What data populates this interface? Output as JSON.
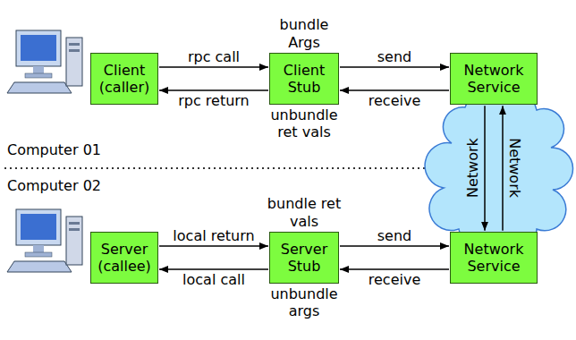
{
  "diagram": {
    "nodes": [
      {
        "text": [
          "Client (caller)"
        ]
      },
      {
        "text": [
          "Client Stub"
        ]
      },
      {
        "text": [
          "Network Service"
        ]
      },
      {
        "text": [
          "Server (callee)"
        ]
      },
      {
        "text": [
          "Server Stub"
        ]
      },
      {
        "text": [
          "Network Service"
        ]
      }
    ],
    "edges": [
      {
        "from": 0,
        "to": 1,
        "label": "rpc call",
        "arrow": "to"
      },
      {
        "from": 1,
        "to": 0,
        "label": "rpc return",
        "arrow": "to"
      },
      {
        "from": 1,
        "to": 2,
        "label": "send",
        "arrow": "to"
      },
      {
        "from": 2,
        "to": 1,
        "label": "receive",
        "arrow": "to"
      },
      {
        "from": 2,
        "to": 5,
        "label": "Network",
        "arrow": "to"
      },
      {
        "from": 5,
        "to": 2,
        "label": "Network",
        "arrow": "to"
      },
      {
        "from": 3,
        "to": 4,
        "label": "local return",
        "arrow": "to"
      },
      {
        "from": 4,
        "to": 3,
        "label": "local call",
        "arrow": "to"
      },
      {
        "from": 4,
        "to": 5,
        "label": "send",
        "arrow": "to"
      },
      {
        "from": 5,
        "to": 4,
        "label": "receive",
        "arrow": "to"
      }
    ],
    "labels": [
      "bundle Args",
      "unbundle ret vals",
      "Computer 01",
      "Computer 02",
      "bundle ret vals",
      "unbundle args"
    ]
  }
}
